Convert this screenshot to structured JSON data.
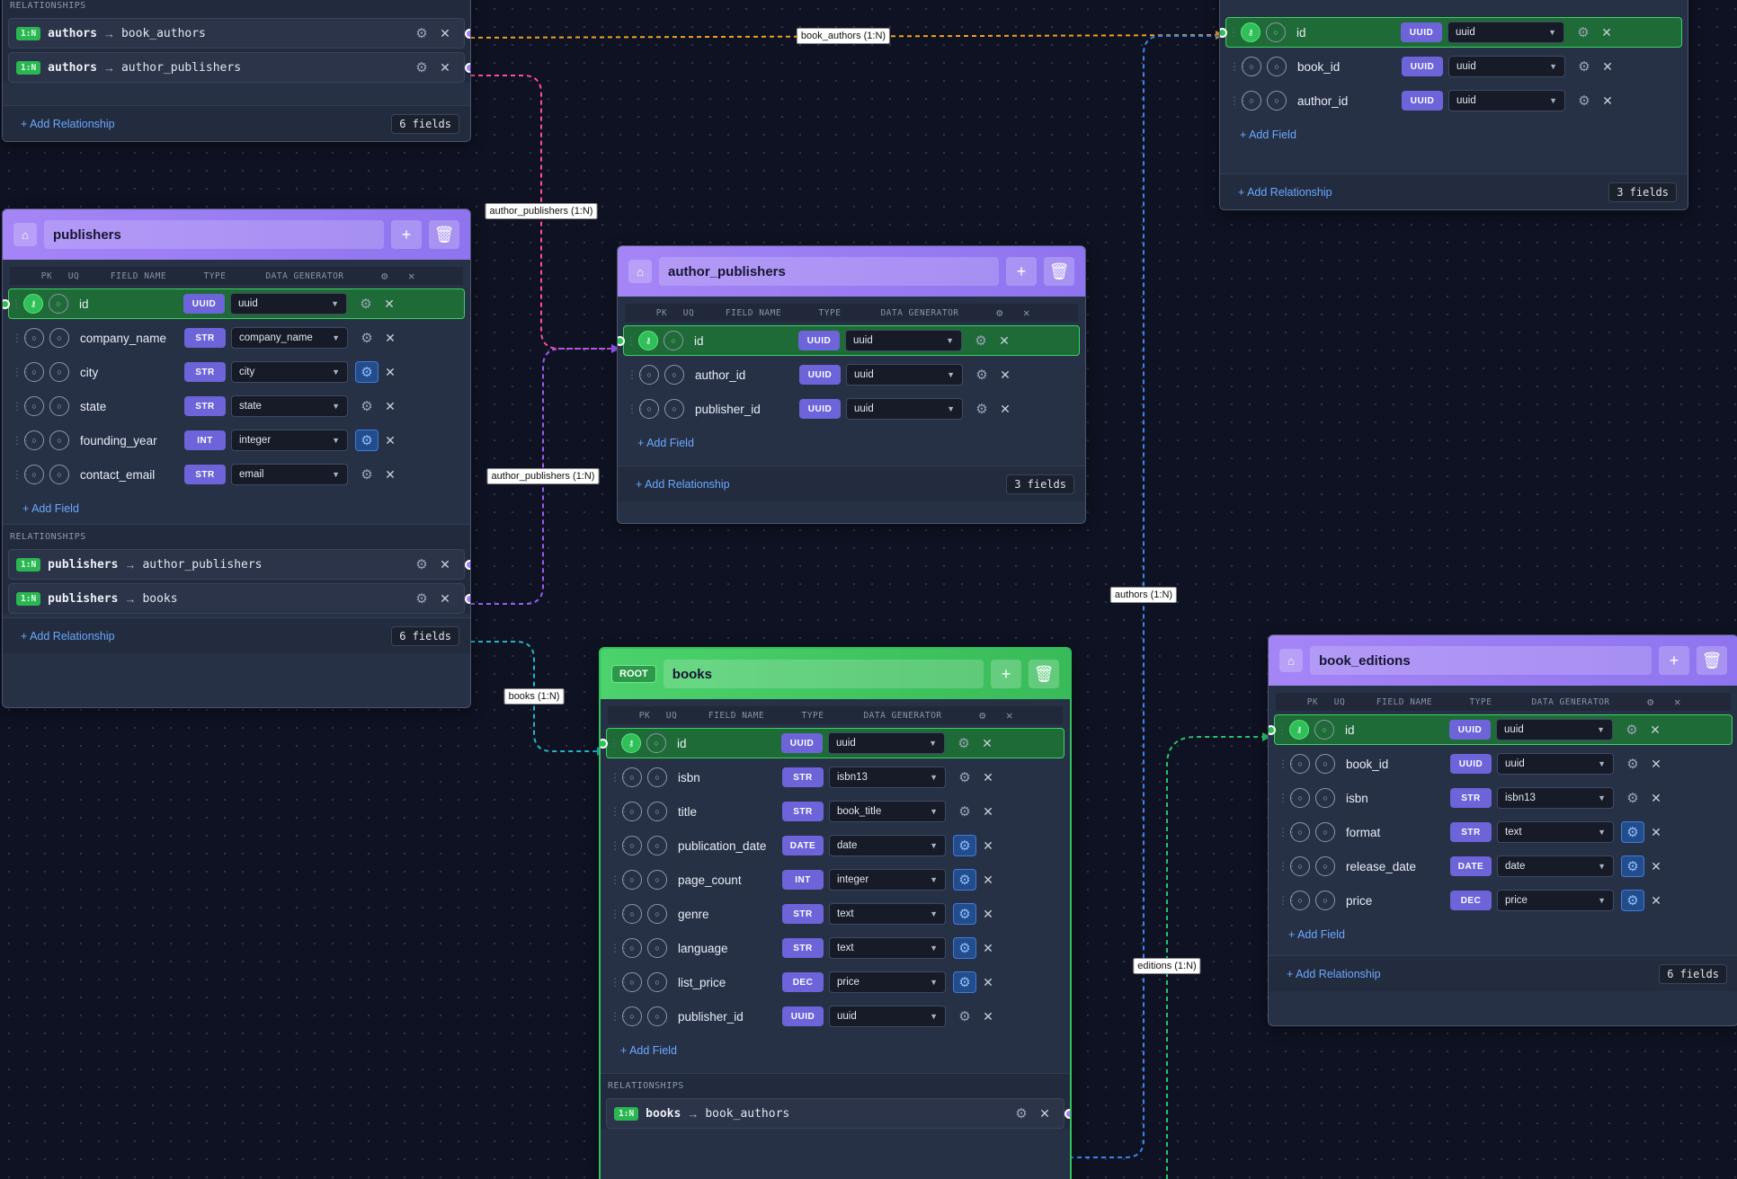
{
  "ui": {
    "col_pk": "PK",
    "col_uq": "UQ",
    "col_field": "FIELD NAME",
    "col_type": "TYPE",
    "col_gen": "DATA GENERATOR",
    "relationships_title": "RELATIONSHIPS",
    "add_field": "+ Add Field",
    "add_relationship": "+ Add Relationship",
    "arrow": "→",
    "chevron": "⌄"
  },
  "colors": {
    "canvas": "#0f1222",
    "header_purple": "#a585f6",
    "header_root": "#4cd26c",
    "type_badge": "#6c64d8",
    "pk_row": "#1f6b37",
    "link": "#6aa8ff"
  },
  "edge_labels": {
    "book_authors": "book_authors (1:N)",
    "author_publishers_a": "author_publishers (1:N)",
    "author_publishers_b": "author_publishers (1:N)",
    "books": "books (1:N)",
    "authors": "authors (1:N)",
    "editions": "editions (1:N)"
  },
  "authors_partial": {
    "relationships": [
      {
        "cardinality": "1:N",
        "source": "authors",
        "target": "book_authors"
      },
      {
        "cardinality": "1:N",
        "source": "authors",
        "target": "author_publishers"
      }
    ],
    "field_count": "6 fields"
  },
  "book_authors_partial": {
    "fields": [
      {
        "name": "id",
        "type": "UUID",
        "generator": "uuid"
      },
      {
        "name": "book_id",
        "type": "UUID",
        "generator": "uuid"
      },
      {
        "name": "author_id",
        "type": "UUID",
        "generator": "uuid"
      }
    ],
    "field_count": "3 fields"
  },
  "publishers": {
    "name": "publishers",
    "fields": [
      {
        "name": "id",
        "type": "UUID",
        "generator": "uuid"
      },
      {
        "name": "company_name",
        "type": "STR",
        "generator": "company_name"
      },
      {
        "name": "city",
        "type": "STR",
        "generator": "city"
      },
      {
        "name": "state",
        "type": "STR",
        "generator": "state"
      },
      {
        "name": "founding_year",
        "type": "INT",
        "generator": "integer"
      },
      {
        "name": "contact_email",
        "type": "STR",
        "generator": "email"
      }
    ],
    "relationships": [
      {
        "cardinality": "1:N",
        "source": "publishers",
        "target": "author_publishers"
      },
      {
        "cardinality": "1:N",
        "source": "publishers",
        "target": "books"
      }
    ],
    "field_count": "6 fields"
  },
  "author_publishers": {
    "name": "author_publishers",
    "fields": [
      {
        "name": "id",
        "type": "UUID",
        "generator": "uuid"
      },
      {
        "name": "author_id",
        "type": "UUID",
        "generator": "uuid"
      },
      {
        "name": "publisher_id",
        "type": "UUID",
        "generator": "uuid"
      }
    ],
    "field_count": "3 fields"
  },
  "books": {
    "root_badge": "ROOT",
    "name": "books",
    "fields": [
      {
        "name": "id",
        "type": "UUID",
        "generator": "uuid"
      },
      {
        "name": "isbn",
        "type": "STR",
        "generator": "isbn13"
      },
      {
        "name": "title",
        "type": "STR",
        "generator": "book_title"
      },
      {
        "name": "publication_date",
        "type": "DATE",
        "generator": "date"
      },
      {
        "name": "page_count",
        "type": "INT",
        "generator": "integer"
      },
      {
        "name": "genre",
        "type": "STR",
        "generator": "text"
      },
      {
        "name": "language",
        "type": "STR",
        "generator": "text"
      },
      {
        "name": "list_price",
        "type": "DEC",
        "generator": "price"
      },
      {
        "name": "publisher_id",
        "type": "UUID",
        "generator": "uuid"
      }
    ],
    "relationships": [
      {
        "cardinality": "1:N",
        "source": "books",
        "target": "book_authors"
      }
    ]
  },
  "book_editions": {
    "name": "book_editions",
    "fields": [
      {
        "name": "id",
        "type": "UUID",
        "generator": "uuid"
      },
      {
        "name": "book_id",
        "type": "UUID",
        "generator": "uuid"
      },
      {
        "name": "isbn",
        "type": "STR",
        "generator": "isbn13"
      },
      {
        "name": "format",
        "type": "STR",
        "generator": "text"
      },
      {
        "name": "release_date",
        "type": "DATE",
        "generator": "date"
      },
      {
        "name": "price",
        "type": "DEC",
        "generator": "price"
      }
    ],
    "field_count": "6 fields"
  }
}
